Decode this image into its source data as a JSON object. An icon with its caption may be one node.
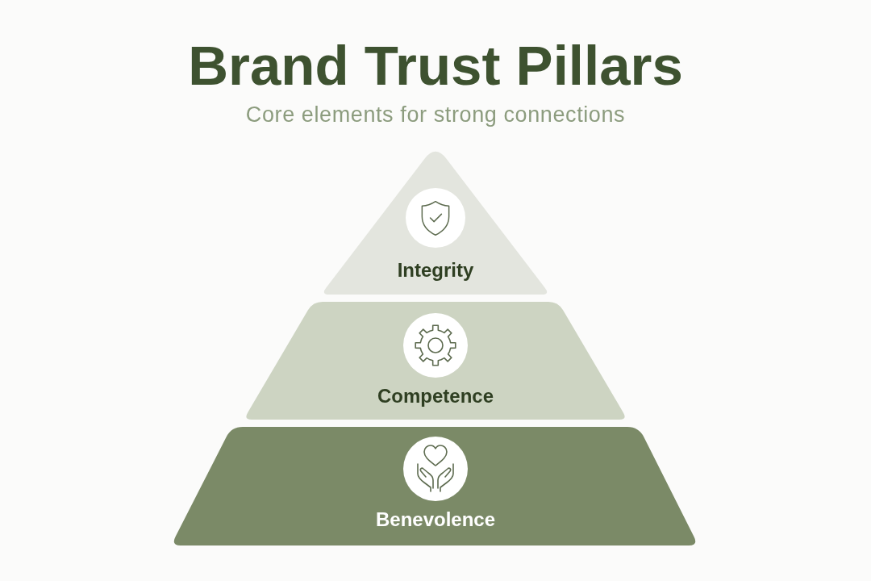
{
  "diagram": {
    "title": "Brand Trust Pillars",
    "nodes": [
      {
        "text": [
          "Integrity"
        ]
      },
      {
        "text": [
          "Competence"
        ]
      },
      {
        "text": [
          "Benevolence"
        ]
      }
    ],
    "labels": [
      "Core elements for strong connections"
    ]
  }
}
